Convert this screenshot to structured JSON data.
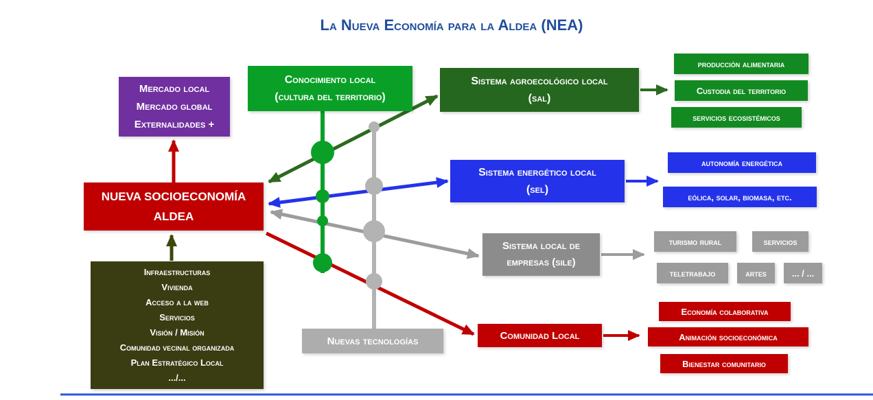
{
  "title": "La Nueva Economía para la Aldea (NEA)",
  "nodes": {
    "mercado": {
      "line1": "Mercado local",
      "line2": "Mercado global",
      "line3": "Externalidades +"
    },
    "conocimiento": {
      "line1": "Conocimiento local",
      "line2": "(cultura del territorio)"
    },
    "sal": {
      "line1": "Sistema agroecológico local",
      "line2": "(sal)"
    },
    "sal_outputs": [
      "producción alimentaria",
      "Custodia del territorio",
      "servicios ecosistémicos"
    ],
    "socioeconomia": {
      "line1": "NUEVA SOCIOECONOMÍA",
      "line2": "ALDEA"
    },
    "sel": {
      "line1": "Sistema energético local",
      "line2": "(sel)"
    },
    "sel_outputs": [
      "autonomía energética",
      "eólica, solar, biomasa, etc."
    ],
    "sile": {
      "line1": "Sistema local de",
      "line2": "empresas  (sile)"
    },
    "sile_outputs": [
      "turismo rural",
      "servicios",
      "teletrabajo",
      "artes",
      "... / ..."
    ],
    "comunidad": {
      "label": "Comunidad Local"
    },
    "comunidad_outputs": [
      "Economía colaborativa",
      "Animación socioeconómica",
      "Bienestar comunitario"
    ],
    "infraestructura": {
      "lines": [
        "Infraestructuras",
        "Vivienda",
        "Acceso a la web",
        "Servicios",
        "Visión / Misión",
        "Comunidad vecinal organizada",
        "Plan Estratégico Local",
        ".../..."
      ]
    },
    "tecnologias": {
      "label": "Nuevas tecnologías"
    }
  },
  "colors": {
    "title_blue": "#1F4E9E",
    "purple": "#7030A0",
    "bright_green": "#0AA028",
    "dark_green": "#25671F",
    "green_small": "#128A21",
    "red": "#C00000",
    "blue": "#2433EA",
    "gray": "#8C8C8C",
    "gray_light": "#ADADAD",
    "olive": "#3A3C12",
    "baseline_blue": "#2F55DE"
  }
}
